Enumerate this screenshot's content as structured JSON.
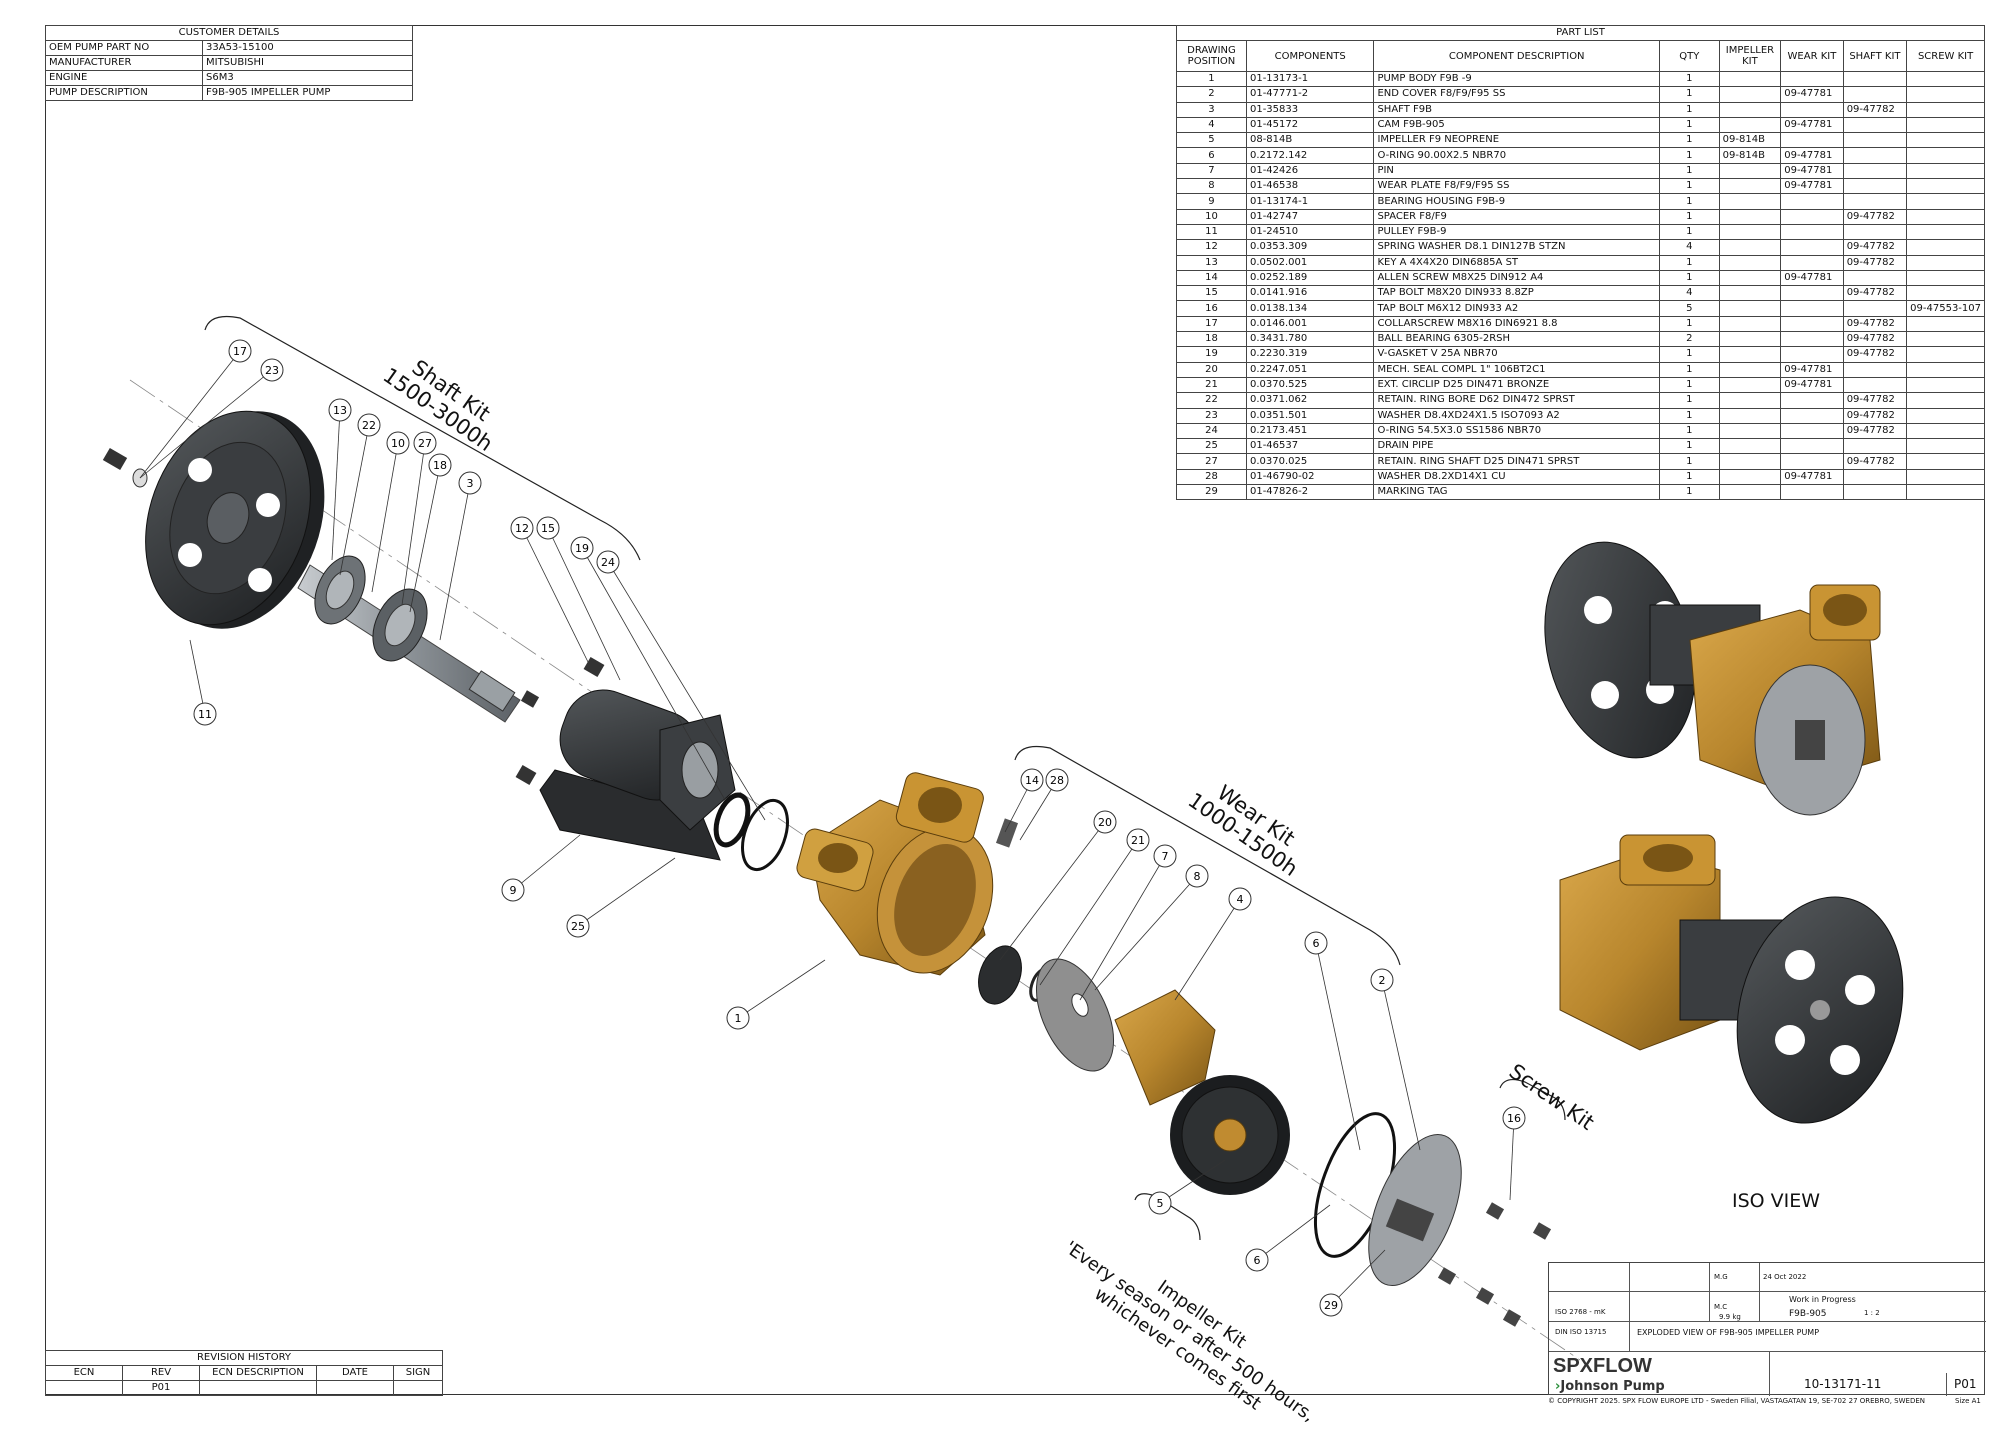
{
  "customer_details": {
    "title": "CUSTOMER DETAILS",
    "rows": [
      {
        "label": "OEM PUMP PART NO",
        "value": "33A53-15100"
      },
      {
        "label": "MANUFACTURER",
        "value": "MITSUBISHI"
      },
      {
        "label": "ENGINE",
        "value": "S6M3"
      },
      {
        "label": "PUMP DESCRIPTION",
        "value": "F9B-905 IMPELLER PUMP"
      }
    ]
  },
  "part_list": {
    "title": "PART LIST",
    "headers": [
      "DRAWING POSITION",
      "COMPONENTS",
      "COMPONENT DESCRIPTION",
      "QTY",
      "IMPELLER KIT",
      "WEAR KIT",
      "SHAFT KIT",
      "SCREW KIT"
    ],
    "rows": [
      [
        "1",
        "01-13173-1",
        "PUMP BODY F9B -9",
        "1",
        "",
        "",
        "",
        ""
      ],
      [
        "2",
        "01-47771-2",
        "END COVER F8/F9/F95 SS",
        "1",
        "",
        "09-47781",
        "",
        ""
      ],
      [
        "3",
        "01-35833",
        "SHAFT F9B",
        "1",
        "",
        "",
        "09-47782",
        ""
      ],
      [
        "4",
        "01-45172",
        "CAM F9B-905",
        "1",
        "",
        "09-47781",
        "",
        ""
      ],
      [
        "5",
        "08-814B",
        "IMPELLER F9 NEOPRENE",
        "1",
        "09-814B",
        "",
        "",
        ""
      ],
      [
        "6",
        "0.2172.142",
        "O-RING 90.00X2.5 NBR70",
        "1",
        "09-814B",
        "09-47781",
        "",
        ""
      ],
      [
        "7",
        "01-42426",
        "PIN",
        "1",
        "",
        "09-47781",
        "",
        ""
      ],
      [
        "8",
        "01-46538",
        "WEAR PLATE F8/F9/F95 SS",
        "1",
        "",
        "09-47781",
        "",
        ""
      ],
      [
        "9",
        "01-13174-1",
        "BEARING HOUSING F9B-9",
        "1",
        "",
        "",
        "",
        ""
      ],
      [
        "10",
        "01-42747",
        "SPACER F8/F9",
        "1",
        "",
        "",
        "09-47782",
        ""
      ],
      [
        "11",
        "01-24510",
        "PULLEY F9B-9",
        "1",
        "",
        "",
        "",
        ""
      ],
      [
        "12",
        "0.0353.309",
        "SPRING WASHER D8.1 DIN127B STZN",
        "4",
        "",
        "",
        "09-47782",
        ""
      ],
      [
        "13",
        "0.0502.001",
        "KEY A 4X4X20 DIN6885A ST",
        "1",
        "",
        "",
        "09-47782",
        ""
      ],
      [
        "14",
        "0.0252.189",
        "ALLEN SCREW M8X25 DIN912 A4",
        "1",
        "",
        "09-47781",
        "",
        ""
      ],
      [
        "15",
        "0.0141.916",
        "TAP BOLT M8X20 DIN933 8.8ZP",
        "4",
        "",
        "",
        "09-47782",
        ""
      ],
      [
        "16",
        "0.0138.134",
        "TAP BOLT M6X12 DIN933 A2",
        "5",
        "",
        "",
        "",
        "09-47553-107"
      ],
      [
        "17",
        "0.0146.001",
        "COLLARSCREW M8X16 DIN6921 8.8",
        "1",
        "",
        "",
        "09-47782",
        ""
      ],
      [
        "18",
        "0.3431.780",
        "BALL BEARING 6305-2RSH",
        "2",
        "",
        "",
        "09-47782",
        ""
      ],
      [
        "19",
        "0.2230.319",
        "V-GASKET V 25A NBR70",
        "1",
        "",
        "",
        "09-47782",
        ""
      ],
      [
        "20",
        "0.2247.051",
        "MECH. SEAL COMPL 1\" 106BT2C1",
        "1",
        "",
        "09-47781",
        "",
        ""
      ],
      [
        "21",
        "0.0370.525",
        "EXT. CIRCLIP D25 DIN471 BRONZE",
        "1",
        "",
        "09-47781",
        "",
        ""
      ],
      [
        "22",
        "0.0371.062",
        "RETAIN. RING BORE D62 DIN472 SPRST",
        "1",
        "",
        "",
        "09-47782",
        ""
      ],
      [
        "23",
        "0.0351.501",
        "WASHER D8.4XD24X1.5 ISO7093 A2",
        "1",
        "",
        "",
        "09-47782",
        ""
      ],
      [
        "24",
        "0.2173.451",
        "O-RING 54.5X3.0 SS1586 NBR70",
        "1",
        "",
        "",
        "09-47782",
        ""
      ],
      [
        "25",
        "01-46537",
        "DRAIN PIPE",
        "1",
        "",
        "",
        "",
        ""
      ],
      [
        "27",
        "0.0370.025",
        "RETAIN. RING SHAFT D25 DIN471 SPRST",
        "1",
        "",
        "",
        "09-47782",
        ""
      ],
      [
        "28",
        "01-46790-02",
        "WASHER D8.2XD14X1 CU",
        "1",
        "",
        "09-47781",
        "",
        ""
      ],
      [
        "29",
        "01-47826-2",
        "MARKING TAG",
        "1",
        "",
        "",
        "",
        ""
      ]
    ]
  },
  "kits": {
    "shaft": [
      "Shaft Kit",
      "1500-3000h"
    ],
    "wear": [
      "Wear Kit",
      "1000-1500h"
    ],
    "screw": [
      "Screw Kit"
    ],
    "impeller": [
      "Impeller Kit",
      "'Every season or after 500 hours,",
      "whichever comes first"
    ]
  },
  "iso_view_label": "ISO VIEW",
  "balloons": [
    "17",
    "23",
    "13",
    "22",
    "10",
    "27",
    "18",
    "3",
    "12",
    "15",
    "19",
    "24",
    "11",
    "9",
    "25",
    "1",
    "14",
    "28",
    "20",
    "21",
    "7",
    "8",
    "4",
    "6",
    "2",
    "16",
    "5",
    "6",
    "29"
  ],
  "revision_history": {
    "title": "REVISION HISTORY",
    "headers": [
      "ECN",
      "REV",
      "ECN DESCRIPTION",
      "DATE",
      "SIGN"
    ],
    "rows": [
      [
        "",
        "P01",
        "",
        "",
        ""
      ]
    ]
  },
  "title_block": {
    "date": "24 Oct 2022",
    "drawn": "M.G",
    "checked": "M.C",
    "status": "Work in Progress",
    "model": "F9B-905",
    "scale": "1 : 2",
    "weight": "9.9 kg",
    "tolerance": "ISO 2768 - mK",
    "standard": "DIN ISO 13715",
    "title": "EXPLODED VIEW OF F9B-905 IMPELLER PUMP",
    "brand": "SPXFLOW",
    "sub_brand": "Johnson Pump",
    "drawing_no": "10-13171-11",
    "rev": "P01",
    "copyright": "© COPYRIGHT 2025. SPX FLOW EUROPE LTD - Sweden Filial, VASTAGATAN 19, SE-702 27 OREBRO, SWEDEN",
    "size": "Size A1"
  },
  "colors": {
    "bronze": "#b8862d",
    "dark": "#2e3133",
    "steel": "#9aa0a4"
  }
}
